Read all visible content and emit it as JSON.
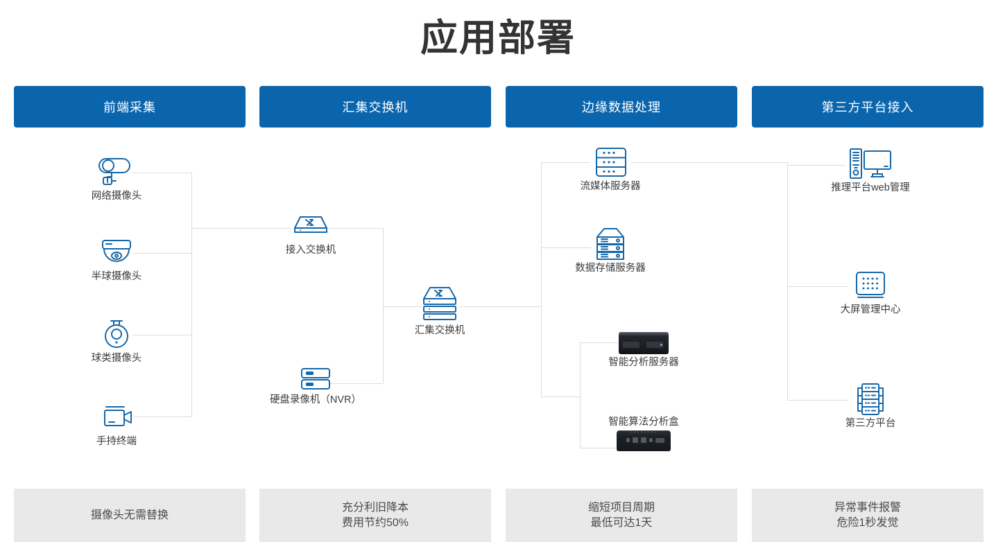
{
  "page": {
    "title": "应用部署",
    "accent_color": "#0b65ad",
    "line_color": "#dcdcdc",
    "footer_bg": "#e9e9e9"
  },
  "columns": [
    {
      "id": "front-end-collection",
      "header": "前端采集"
    },
    {
      "id": "aggregation-switch",
      "header": "汇集交换机"
    },
    {
      "id": "edge-data-processing",
      "header": "边缘数据处理"
    },
    {
      "id": "third-party-platform-access",
      "header": "第三方平台接入"
    }
  ],
  "nodes": {
    "network_camera": {
      "label": "网络摄像头",
      "icon": "bullet-camera-icon"
    },
    "dome_camera": {
      "label": "半球摄像头",
      "icon": "dome-camera-icon"
    },
    "ptz_camera": {
      "label": "球类摄像头",
      "icon": "ptz-camera-icon"
    },
    "handheld_terminal": {
      "label": "手持终端",
      "icon": "handheld-camcorder-icon"
    },
    "access_switch": {
      "label": "接入交换机",
      "icon": "switch-icon"
    },
    "nvr": {
      "label": "硬盘录像机（NVR）",
      "icon": "nvr-icon"
    },
    "aggregation_switch": {
      "label": "汇集交换机",
      "icon": "stacked-switch-icon"
    },
    "streaming_server": {
      "label": "流媒体服务器",
      "icon": "server-rack-icon"
    },
    "storage_server": {
      "label": "数据存储服务器",
      "icon": "storage-server-icon"
    },
    "analysis_server": {
      "label": "智能分析服务器",
      "icon": "analysis-server-photo"
    },
    "algorithm_box": {
      "label": "智能算法分析盒",
      "icon": "algorithm-box-photo"
    },
    "web_management": {
      "label": "推理平台web管理",
      "icon": "desktop-monitor-icon"
    },
    "video_wall": {
      "label": "大屏管理中心",
      "icon": "video-wall-icon"
    },
    "third_party_platform": {
      "label": "第三方平台",
      "icon": "platform-rack-icon"
    }
  },
  "footers": [
    {
      "id": "footer-front-end",
      "lines": [
        "摄像头无需替换"
      ]
    },
    {
      "id": "footer-switch",
      "lines": [
        "充分利旧降本",
        "费用节约50%"
      ]
    },
    {
      "id": "footer-edge",
      "lines": [
        "缩短项目周期",
        "最低可达1天"
      ]
    },
    {
      "id": "footer-third-party",
      "lines": [
        "异常事件报警",
        "危险1秒发觉"
      ]
    }
  ]
}
